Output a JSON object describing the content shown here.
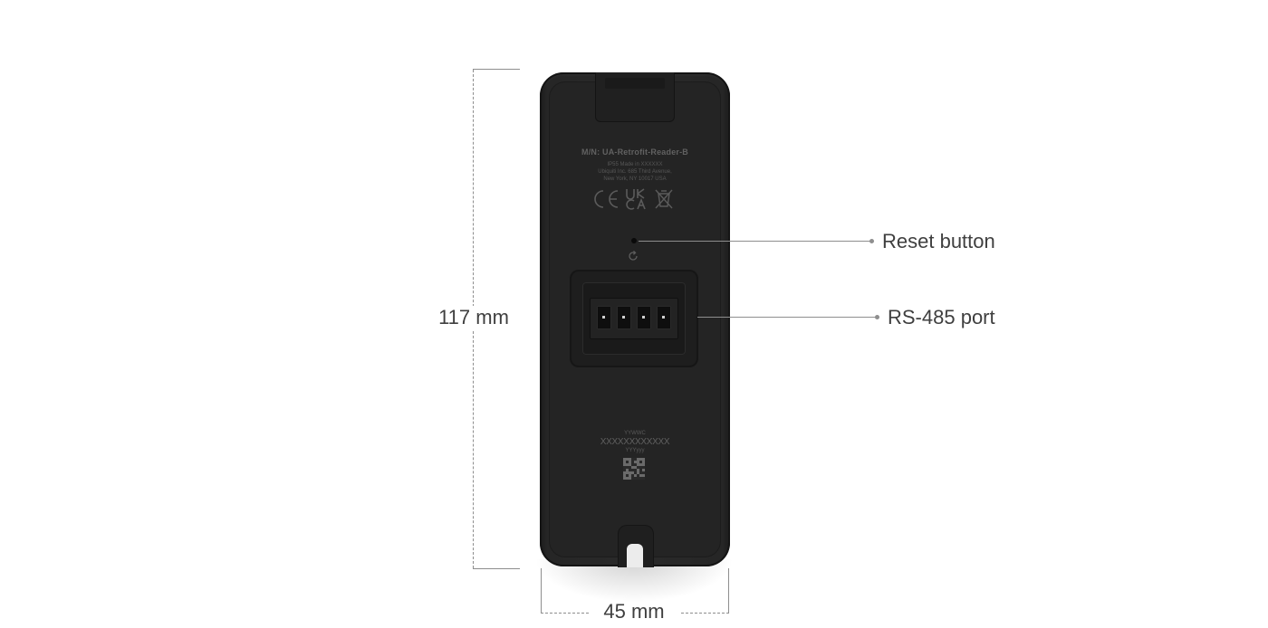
{
  "dimensions": {
    "height_label": "117 mm",
    "width_label": "45 mm"
  },
  "device_label": {
    "model": "M/N: UA-Retrofit-Reader-B",
    "line1": "IP55    Made in XXXXXX",
    "line2": "Ubiquiti Inc. 685 Third Avenue,",
    "line3": "New York, NY 10017 USA",
    "certifications": [
      "CE",
      "UKCA",
      "WEEE"
    ]
  },
  "serial": {
    "line1": "YYWWC",
    "line2": "XXXXXXXXXXXX",
    "line3": "YYYyyy"
  },
  "callouts": {
    "reset": "Reset button",
    "port": "RS-485 port"
  },
  "colors": {
    "device": "#242424",
    "line": "#8e8e8e",
    "text": "#3f3f3f"
  }
}
